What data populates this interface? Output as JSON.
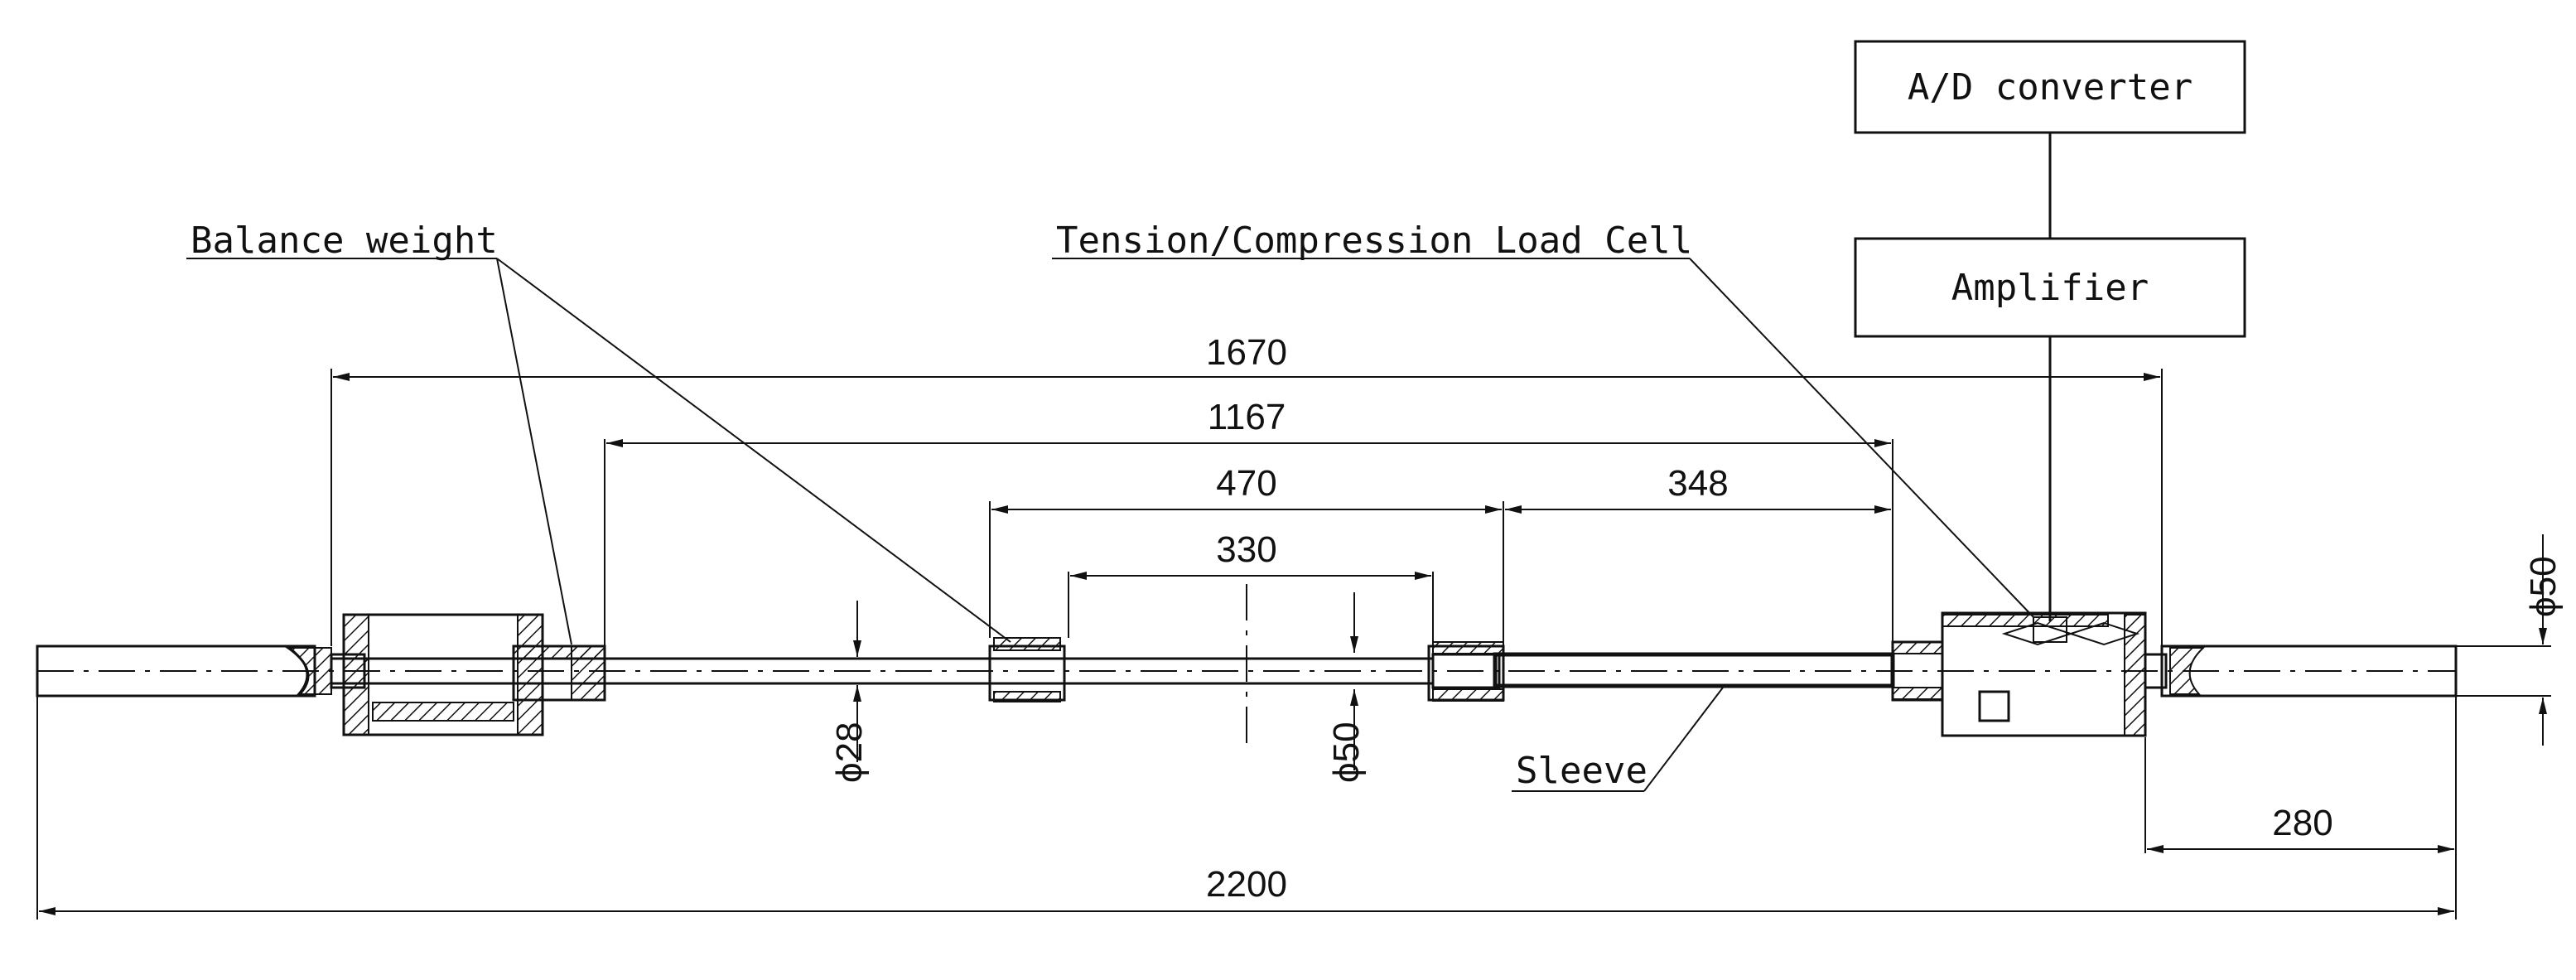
{
  "blocks": {
    "adc": "A/D converter",
    "amplifier": "Amplifier"
  },
  "labels": {
    "balance_weight": "Balance weight",
    "load_cell": "Tension/Compression Load Cell",
    "sleeve": "Sleeve"
  },
  "dimensions": {
    "d1670": "1670",
    "d1167": "1167",
    "d470": "470",
    "d348": "348",
    "d330": "330",
    "d280": "280",
    "d2200": "2200",
    "phi28": "ϕ28",
    "phi50_mid": "ϕ50",
    "phi50_right": "ϕ50"
  },
  "colors": {
    "ink": "#111111",
    "paper": "#ffffff"
  }
}
